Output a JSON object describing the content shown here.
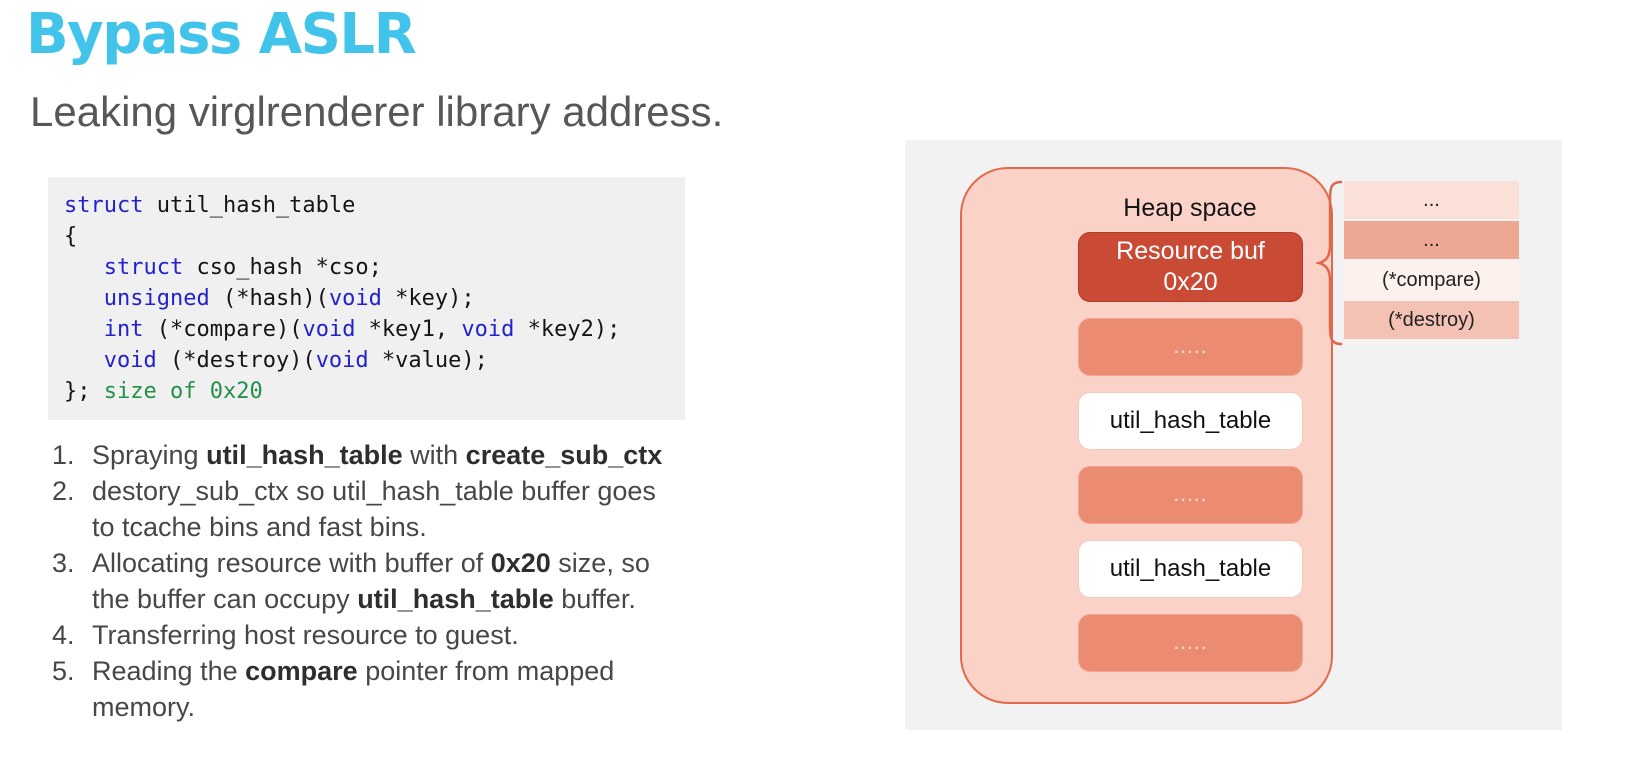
{
  "title": "Bypass ASLR",
  "subtitle": "Leaking virglrenderer library address.",
  "colors": {
    "title_blue": "#41c3ea",
    "subtitle_gray": "#575757",
    "code_keyword_blue": "#2222cc",
    "code_green": "#24904a",
    "panel_bg": "#f2f2f2",
    "heap_fill": "#fbd2c8",
    "heap_border": "#e2694a",
    "resource_box_red": "#c94a35",
    "salmon_box": "#ea8b72"
  },
  "code": {
    "lines": [
      [
        {
          "t": "struct",
          "c": "kw"
        },
        {
          "t": " util_hash_table"
        }
      ],
      [
        {
          "t": "{"
        }
      ],
      [
        {
          "t": "   "
        },
        {
          "t": "struct",
          "c": "kw"
        },
        {
          "t": " cso_hash *cso;"
        }
      ],
      [
        {
          "t": "   "
        },
        {
          "t": "unsigned",
          "c": "kw"
        },
        {
          "t": " (*hash)("
        },
        {
          "t": "void",
          "c": "kw"
        },
        {
          "t": " *key);"
        }
      ],
      [
        {
          "t": "   "
        },
        {
          "t": "int",
          "c": "kw"
        },
        {
          "t": " (*compare)("
        },
        {
          "t": "void",
          "c": "kw"
        },
        {
          "t": " *key1, "
        },
        {
          "t": "void",
          "c": "kw"
        },
        {
          "t": " *key2);"
        }
      ],
      [
        {
          "t": "   "
        },
        {
          "t": "void",
          "c": "kw"
        },
        {
          "t": " (*destroy)("
        },
        {
          "t": "void",
          "c": "kw"
        },
        {
          "t": " *value);"
        }
      ],
      [
        {
          "t": "}; "
        },
        {
          "t": "size of 0x20",
          "c": "green"
        }
      ]
    ]
  },
  "steps": [
    [
      {
        "t": "Spraying "
      },
      {
        "t": "util_hash_table",
        "b": true
      },
      {
        "t": " with "
      },
      {
        "t": "create_sub_ctx",
        "b": true
      }
    ],
    [
      {
        "t": "destory_sub_ctx so util_hash_table buffer goes"
      },
      {
        "br": true
      },
      {
        "t": "to tcache bins and fast bins."
      }
    ],
    [
      {
        "t": "Allocating resource with buffer of "
      },
      {
        "t": "0x20",
        "b": true
      },
      {
        "t": " size, so"
      },
      {
        "br": true
      },
      {
        "t": "the buffer can occupy "
      },
      {
        "t": "util_hash_table",
        "b": true
      },
      {
        "t": " buffer."
      }
    ],
    [
      {
        "t": "Transferring host resource to guest."
      }
    ],
    [
      {
        "t": "Reading the "
      },
      {
        "t": "compare",
        "b": true
      },
      {
        "t": " pointer from mapped"
      },
      {
        "br": true
      },
      {
        "t": "memory."
      }
    ]
  ],
  "diagram": {
    "heap_label": "Heap space",
    "brace_color": "#e0684a",
    "boxes": [
      {
        "style": "dark",
        "lines": [
          "Resource buf",
          "0x20"
        ]
      },
      {
        "style": "salmon",
        "lines": [
          "....."
        ]
      },
      {
        "style": "white",
        "lines": [
          "util_hash_table"
        ]
      },
      {
        "style": "salmon",
        "lines": [
          "....."
        ]
      },
      {
        "style": "white",
        "lines": [
          "util_hash_table"
        ]
      },
      {
        "style": "salmon",
        "lines": [
          "....."
        ]
      }
    ],
    "table": [
      {
        "label": "...",
        "bg": "#fbe0d8"
      },
      {
        "label": "...",
        "bg": "#eda893"
      },
      {
        "label": "(*compare)",
        "bg": "#fdf1ee"
      },
      {
        "label": "(*destroy)",
        "bg": "#f3c2b4"
      }
    ]
  }
}
